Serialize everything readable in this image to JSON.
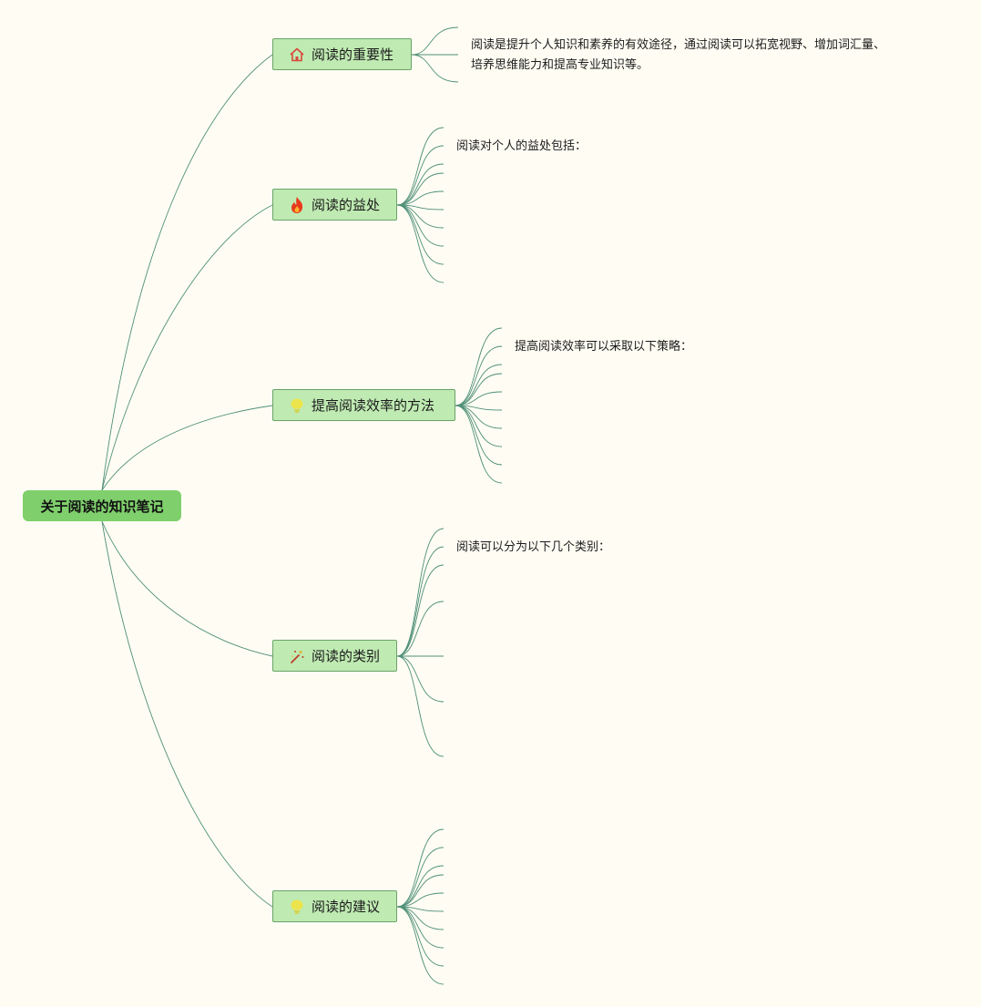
{
  "root": {
    "label": "关于阅读的知识笔记"
  },
  "topics": [
    {
      "label": "阅读的重要性",
      "icon": "house-icon",
      "icon_color": "#d9473a"
    },
    {
      "label": "阅读的益处",
      "icon": "fire-icon",
      "icon_color": "#e8391c"
    },
    {
      "label": "提高阅读效率的方法",
      "icon": "lightbulb-icon",
      "icon_color": "#e9e24a"
    },
    {
      "label": "阅读的类别",
      "icon": "magic-wand-icon",
      "icon_color": "#c0392b"
    },
    {
      "label": "阅读的建议",
      "icon": "lightbulb-icon",
      "icon_color": "#e9e24a"
    }
  ],
  "notes": {
    "importance_line1": "阅读是提升个人知识和素养的有效途径，通过阅读可以拓宽视野、增加词汇量、",
    "importance_line2": "培养思维能力和提高专业知识等。",
    "benefits": "阅读对个人的益处包括：",
    "methods": "提高阅读效率可以采取以下策略：",
    "categories": "阅读可以分为以下几个类别："
  },
  "colors": {
    "background": "#fffdf3",
    "root_fill": "#7fcf6c",
    "topic_fill": "#bfeab2",
    "topic_border": "#6aa36a",
    "connector": "#4f8f78"
  }
}
